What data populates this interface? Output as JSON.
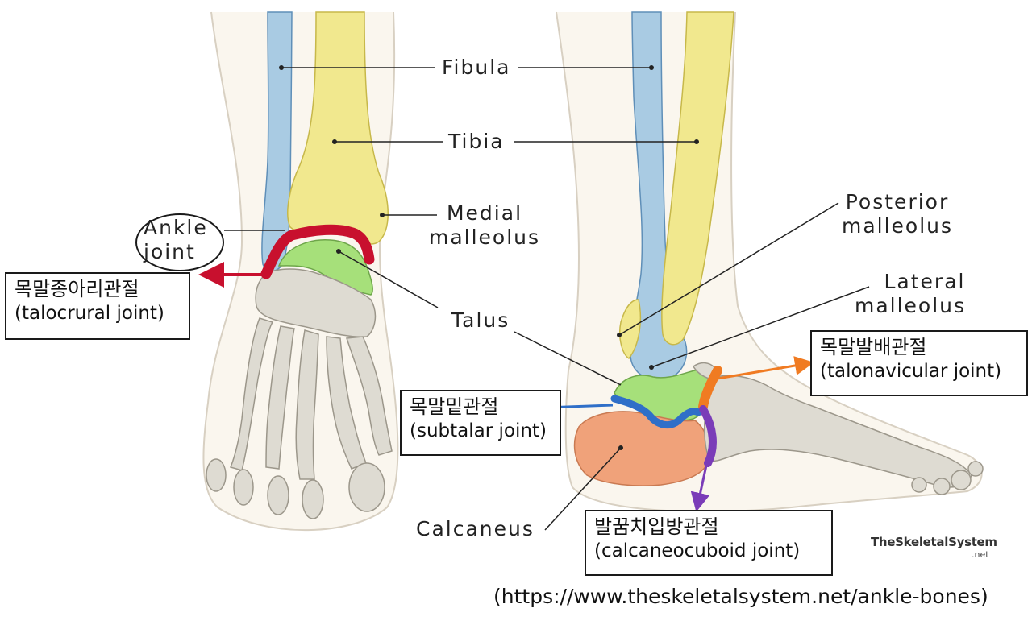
{
  "labels": {
    "fibula": "Fibula",
    "tibia": "Tibia",
    "medial_malleolus_1": "Medial",
    "medial_malleolus_2": "malleolus",
    "ankle_joint_1": "Ankle",
    "ankle_joint_2": "joint",
    "talus": "Talus",
    "posterior_malleolus_1": "Posterior",
    "posterior_malleolus_2": "malleolus",
    "lateral_malleolus_1": "Lateral",
    "lateral_malleolus_2": "malleolus",
    "calcaneus": "Calcaneus"
  },
  "joint_boxes": {
    "talocrural": {
      "ko": "목말종아리관절",
      "en": "(talocrural joint)"
    },
    "talonavicular": {
      "ko": "목말발배관절",
      "en": "(talonavicular joint)"
    },
    "subtalar": {
      "ko": "목말밑관절",
      "en": "(subtalar joint)"
    },
    "calcaneocuboid": {
      "ko": "발꿈치입방관절",
      "en": "(calcaneocuboid joint)"
    }
  },
  "watermark": {
    "name": "TheSkeletalSystem",
    "suffix": ".net"
  },
  "source": "(https://www.theskeletalsystem.net/ankle-bones)",
  "colors": {
    "fibula": "#a9cbe3",
    "tibia": "#f1e88e",
    "talus": "#a6e07a",
    "calcaneus": "#f0a27a",
    "bones": "#dedbd2",
    "talocrural_joint": "#c8102e",
    "talonavicular_joint": "#f07b22",
    "subtalar_joint": "#2f6fc8",
    "calcaneocuboid_joint": "#7a3cb8"
  }
}
